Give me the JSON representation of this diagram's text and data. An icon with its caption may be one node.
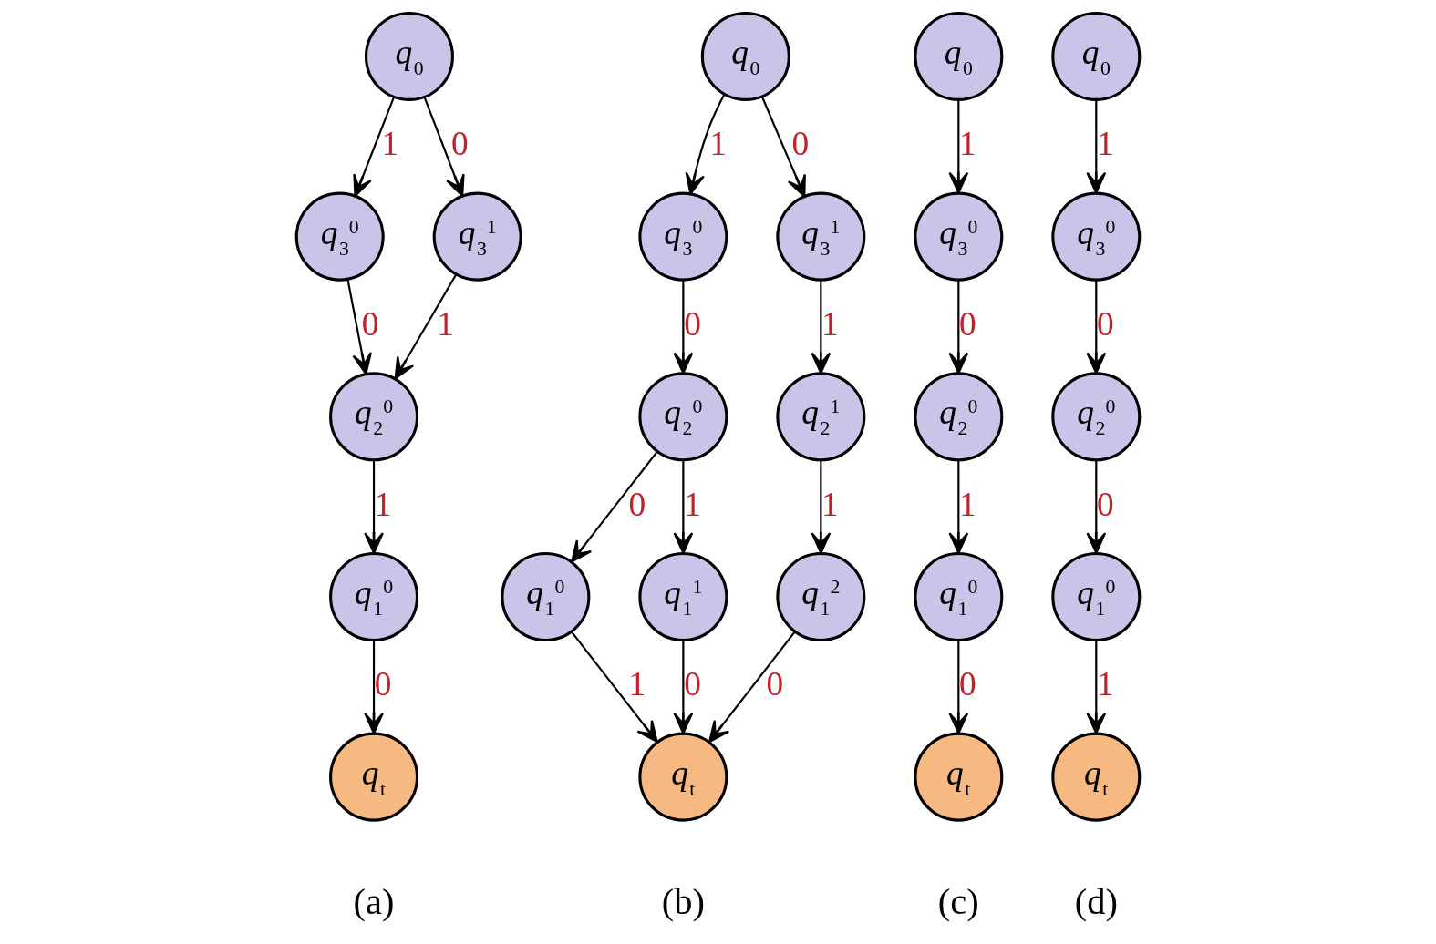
{
  "diagram": {
    "nodes": [
      {
        "text": [
          "*q*$_{0}$"
        ]
      },
      {
        "text": [
          "*q*$_{3}$$^{0}$"
        ]
      },
      {
        "text": [
          "*q*$_{3}$$^{1}$"
        ]
      },
      {
        "text": [
          "*q*$_{2}$$^{0}$"
        ]
      },
      {
        "text": [
          "*q*$_{1}$$^{0}$"
        ]
      },
      {
        "text": [
          "*q*$_{t}$"
        ]
      },
      {
        "text": [
          "*q*$_{0}$"
        ]
      },
      {
        "text": [
          "*q*$_{3}$$^{0}$"
        ]
      },
      {
        "text": [
          "*q*$_{3}$$^{1}$"
        ]
      },
      {
        "text": [
          "*q*$_{2}$$^{0}$"
        ]
      },
      {
        "text": [
          "*q*$_{2}$$^{1}$"
        ]
      },
      {
        "text": [
          "*q*$_{1}$$^{0}$"
        ]
      },
      {
        "text": [
          "*q*$_{1}$$^{1}$"
        ]
      },
      {
        "text": [
          "*q*$_{1}$$^{2}$"
        ]
      },
      {
        "text": [
          "*q*$_{t}$"
        ]
      },
      {
        "text": [
          "*q*$_{0}$"
        ]
      },
      {
        "text": [
          "*q*$_{3}$$^{0}$"
        ]
      },
      {
        "text": [
          "*q*$_{2}$$^{0}$"
        ]
      },
      {
        "text": [
          "*q*$_{1}$$^{0}$"
        ]
      },
      {
        "text": [
          "*q*$_{t}$"
        ]
      },
      {
        "text": [
          "*q*$_{0}$"
        ]
      },
      {
        "text": [
          "*q*$_{3}$$^{0}$"
        ]
      },
      {
        "text": [
          "*q*$_{2}$$^{0}$"
        ]
      },
      {
        "text": [
          "*q*$_{1}$$^{0}$"
        ]
      },
      {
        "text": [
          "*q*$_{t}$"
        ]
      }
    ],
    "edges": [
      {
        "from": 0,
        "to": 1,
        "arrow": "to",
        "label": "1"
      },
      {
        "from": 0,
        "to": 2,
        "arrow": "to",
        "label": "0"
      },
      {
        "from": 1,
        "to": 3,
        "arrow": "to",
        "label": "0"
      },
      {
        "from": 2,
        "to": 3,
        "arrow": "to",
        "label": "1"
      },
      {
        "from": 3,
        "to": 4,
        "arrow": "to",
        "label": "1"
      },
      {
        "from": 4,
        "to": 5,
        "arrow": "to",
        "label": "0"
      },
      {
        "from": 6,
        "to": 7,
        "arrow": "to",
        "label": "1"
      },
      {
        "from": 6,
        "to": 8,
        "arrow": "to",
        "label": "0"
      },
      {
        "from": 7,
        "to": 9,
        "arrow": "to",
        "label": "0"
      },
      {
        "from": 8,
        "to": 10,
        "arrow": "to",
        "label": "1"
      },
      {
        "from": 9,
        "to": 11,
        "arrow": "to",
        "label": "0"
      },
      {
        "from": 9,
        "to": 12,
        "arrow": "to",
        "label": "1"
      },
      {
        "from": 10,
        "to": 13,
        "arrow": "to",
        "label": "1"
      },
      {
        "from": 11,
        "to": 14,
        "arrow": "to",
        "label": "1"
      },
      {
        "from": 12,
        "to": 14,
        "arrow": "to",
        "label": "0"
      },
      {
        "from": 13,
        "to": 14,
        "arrow": "to",
        "label": "0"
      },
      {
        "from": 15,
        "to": 16,
        "arrow": "to",
        "label": "1"
      },
      {
        "from": 16,
        "to": 17,
        "arrow": "to",
        "label": "0"
      },
      {
        "from": 17,
        "to": 18,
        "arrow": "to",
        "label": "1"
      },
      {
        "from": 18,
        "to": 19,
        "arrow": "to",
        "label": "0"
      },
      {
        "from": 20,
        "to": 21,
        "arrow": "to",
        "label": "1"
      },
      {
        "from": 21,
        "to": 22,
        "arrow": "to",
        "label": "0"
      },
      {
        "from": 22,
        "to": 23,
        "arrow": "to",
        "label": "0"
      },
      {
        "from": 23,
        "to": 24,
        "arrow": "to",
        "label": "1"
      }
    ],
    "labels": [
      "(a)",
      "(b)",
      "(c)",
      "(d)"
    ]
  }
}
